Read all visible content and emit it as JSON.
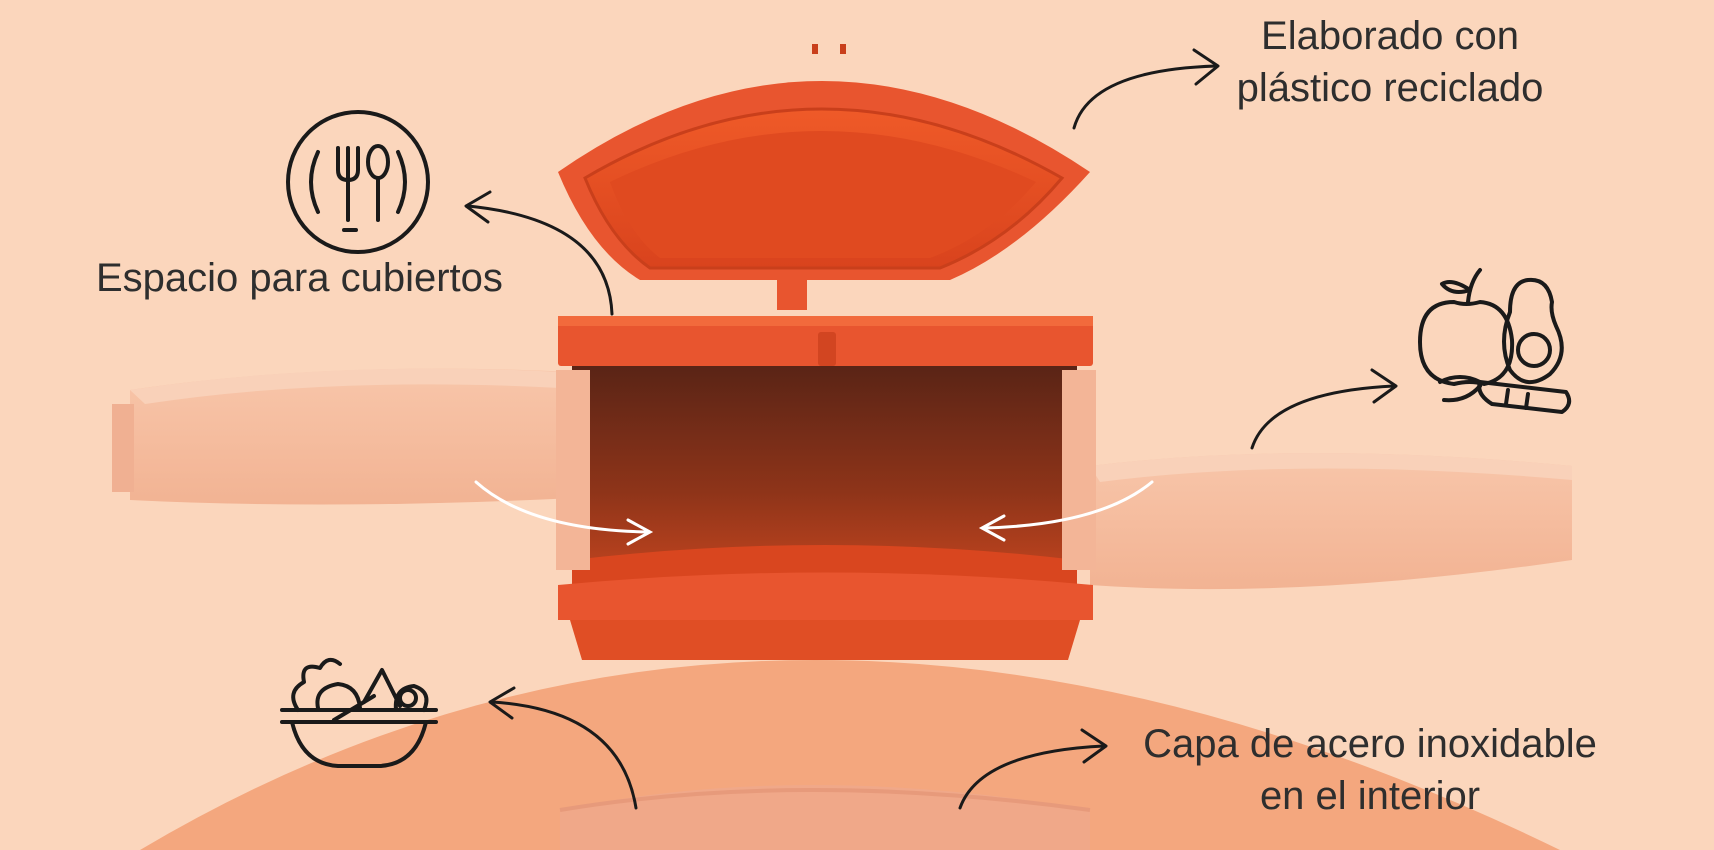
{
  "canvas": {
    "background": "#fbd6bc",
    "hill_color": "#f4a77e",
    "container_color": "#e8552f",
    "tray_color": "#f6bea1"
  },
  "captions": {
    "recycled": {
      "line1": "Elaborado con",
      "line2": "plástico reciclado"
    },
    "cutlery": {
      "line1": "Espacio para cubiertos"
    },
    "steel": {
      "line1": "Capa de acero inoxidable",
      "line2": "en el interior"
    }
  },
  "icons": {
    "cutlery": "fork-spoon-plate-icon",
    "fruits": "fruits-vegetables-icon",
    "salad": "salad-bowl-icon"
  }
}
